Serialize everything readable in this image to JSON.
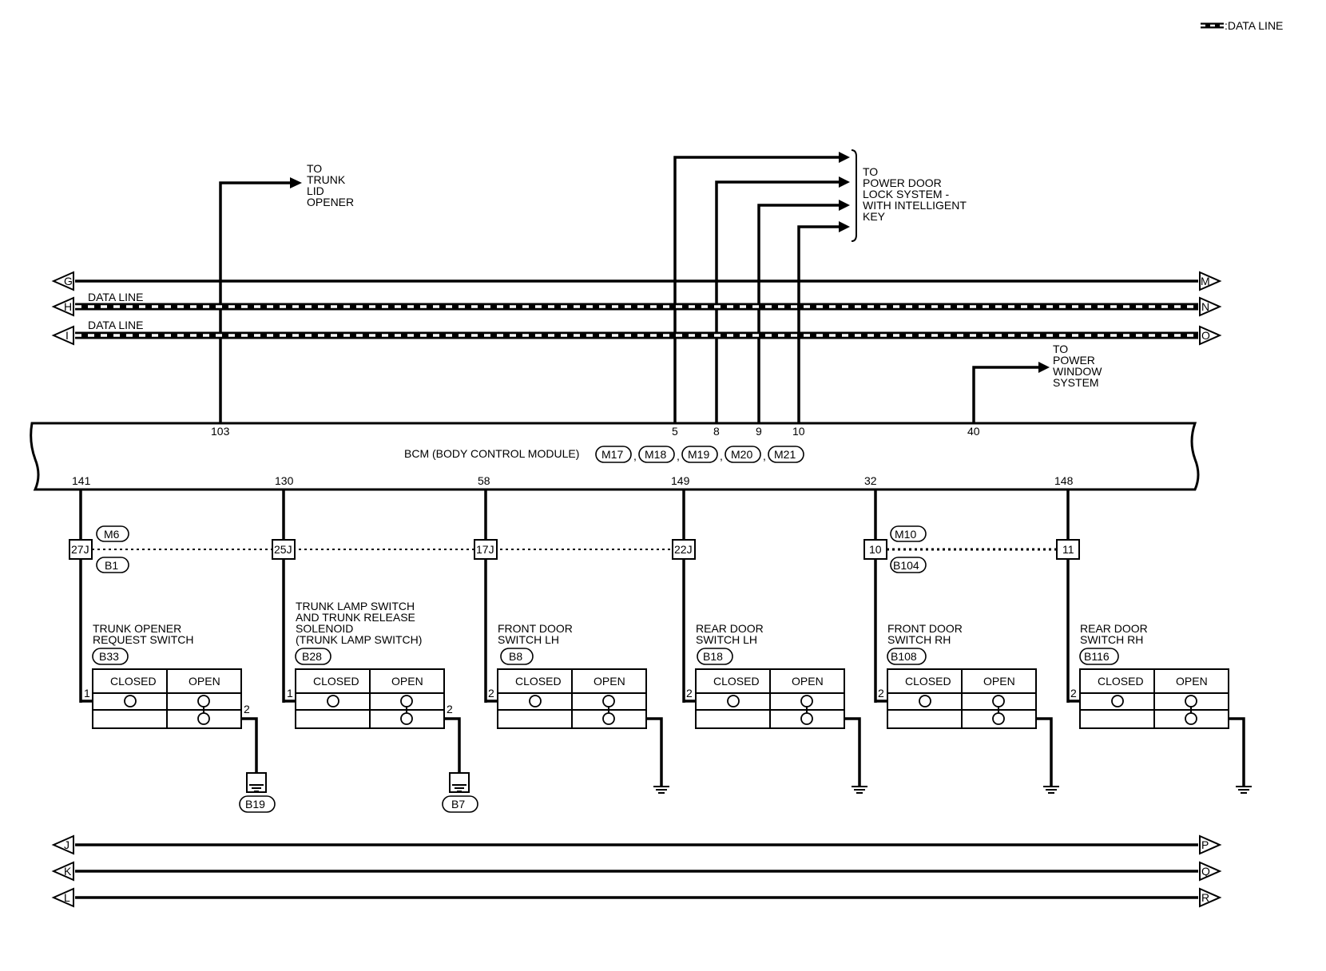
{
  "legend": {
    "label": ":DATA LINE"
  },
  "top_labels": {
    "trunk_lid": [
      "TO",
      "TRUNK",
      "LID",
      "OPENER"
    ],
    "door_lock": [
      "TO",
      "POWER DOOR",
      "LOCK SYSTEM -",
      "WITH INTELLIGENT",
      "KEY"
    ],
    "power_window": [
      "TO",
      "POWER",
      "WINDOW",
      "SYSTEM"
    ]
  },
  "bus_lines": {
    "data_line_label_1": "DATA LINE",
    "data_line_label_2": "DATA LINE",
    "left_letters": [
      "G",
      "H",
      "I"
    ],
    "right_letters": [
      "M",
      "N",
      "O"
    ],
    "bottom_left_letters": [
      "J",
      "K",
      "L"
    ],
    "bottom_right_letters": [
      "P",
      "Q",
      "R"
    ]
  },
  "bcm": {
    "title": "BCM (BODY CONTROL MODULE)",
    "connectors": [
      "M17",
      "M18",
      "M19",
      "M20",
      "M21"
    ],
    "separator": ",",
    "top_pins": [
      "103",
      "5",
      "8",
      "9",
      "10",
      "40"
    ],
    "bottom_pins": [
      "141",
      "130",
      "58",
      "149",
      "32",
      "148"
    ]
  },
  "joints": {
    "terminals": [
      "27J",
      "25J",
      "17J",
      "22J",
      "10",
      "11"
    ],
    "left_connectors": [
      "M6",
      "B1"
    ],
    "right_connectors": [
      "M10",
      "B104"
    ]
  },
  "switches": [
    {
      "name": [
        "TRUNK OPENER",
        "REQUEST SWITCH"
      ],
      "connector": "B33",
      "pin1": "1",
      "pin2": "2"
    },
    {
      "name": [
        "TRUNK LAMP SWITCH",
        "AND TRUNK RELEASE",
        "SOLENOID",
        "(TRUNK LAMP SWITCH)"
      ],
      "connector": "B28",
      "pin1": "1",
      "pin2": "2"
    },
    {
      "name": [
        "FRONT DOOR",
        "SWITCH LH"
      ],
      "connector": "B8",
      "pin1": "2"
    },
    {
      "name": [
        "REAR DOOR",
        "SWITCH LH"
      ],
      "connector": "B18",
      "pin1": "2"
    },
    {
      "name": [
        "FRONT DOOR",
        "SWITCH RH"
      ],
      "connector": "B108",
      "pin1": "2"
    },
    {
      "name": [
        "REAR DOOR",
        "SWITCH RH"
      ],
      "connector": "B116",
      "pin1": "2"
    }
  ],
  "switch_table": {
    "closed": "CLOSED",
    "open": "OPEN"
  },
  "grounds": [
    "B19",
    "B7"
  ]
}
